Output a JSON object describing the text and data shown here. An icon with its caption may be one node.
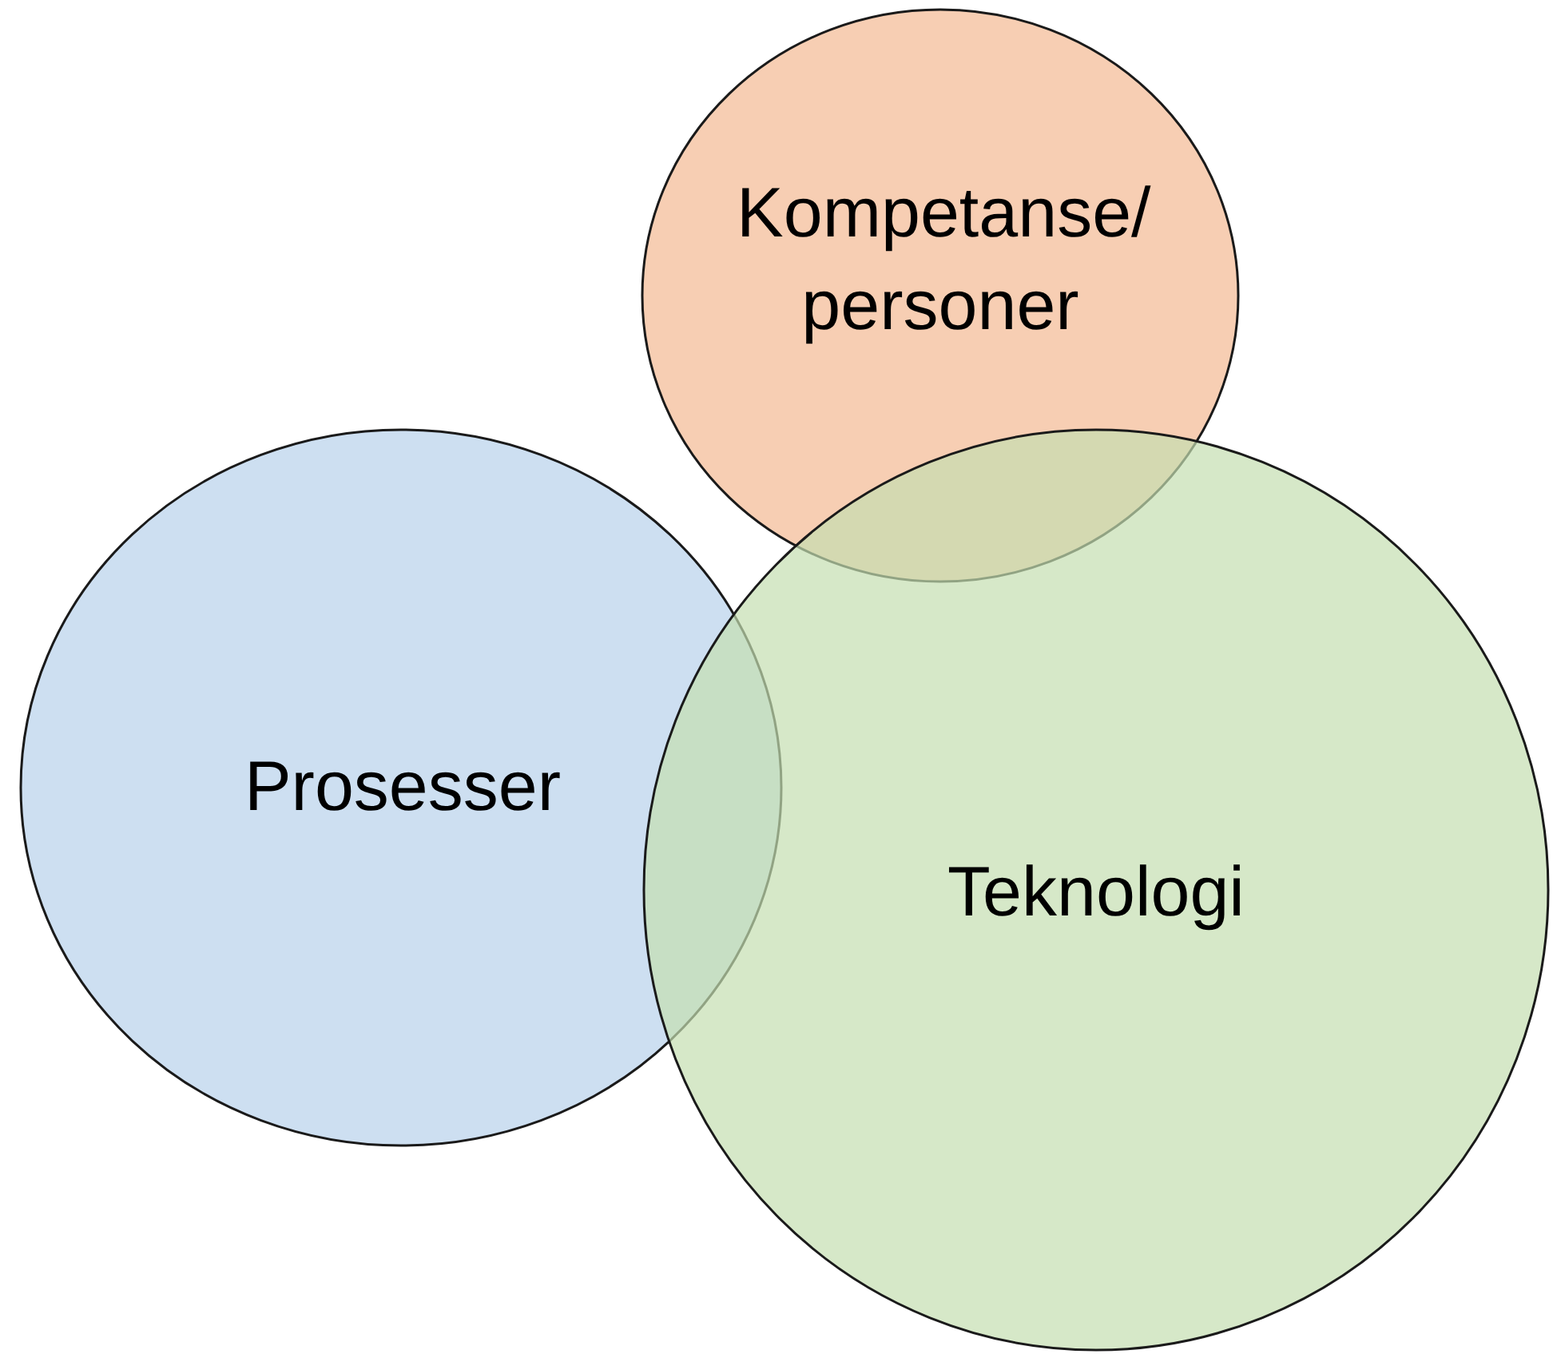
{
  "diagram": {
    "nodes": [
      {
        "text": [
          "Kompetanse/ personer"
        ]
      },
      {
        "text": [
          "Prosesser"
        ]
      },
      {
        "text": [
          "Teknologi"
        ]
      }
    ]
  }
}
